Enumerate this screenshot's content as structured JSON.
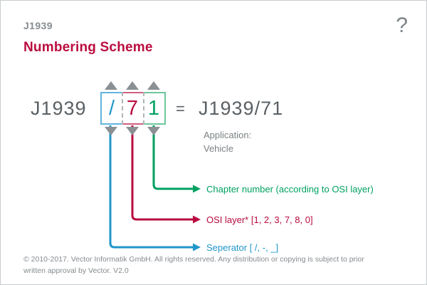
{
  "header": {
    "code": "J1939",
    "help_glyph": "?"
  },
  "title": "Numbering Scheme",
  "diagram": {
    "prefix": "J1939",
    "cells": [
      {
        "name": "separator",
        "char": "/"
      },
      {
        "name": "osi-layer",
        "char": "7"
      },
      {
        "name": "chapter-number",
        "char": "1"
      }
    ],
    "equals": "=",
    "result": "J1939/71",
    "application_label": "Application:",
    "application_value": "Vehicle"
  },
  "legend": [
    {
      "text": "Chapter number (according to OSI layer)",
      "color_key": "green"
    },
    {
      "text": "OSI layer* [1, 2, 3, 7, 8, 0]",
      "color_key": "red"
    },
    {
      "text": "Seperator [ /, -, _]",
      "color_key": "blue"
    }
  ],
  "footer": {
    "line1": "© 2010-2017. Vector Informatik GmbH. All rights reserved. Any distribution or copying is subject to prior",
    "line2": "written approval by Vector. V2.0"
  },
  "colors": {
    "brand_red": "#b90c3f",
    "blue": "#2196cb",
    "green": "#00a160",
    "gray_arrow": "#8a9094",
    "text_dark": "#5b6064",
    "text_mid": "#7b8184",
    "text_light": "#868b8f",
    "blue_border": "#62b3dd",
    "red_border": "#d05f82",
    "green_border": "#6ec79d",
    "dash_gray": "#b0b5b8",
    "frame_border": "#c8ccce"
  }
}
